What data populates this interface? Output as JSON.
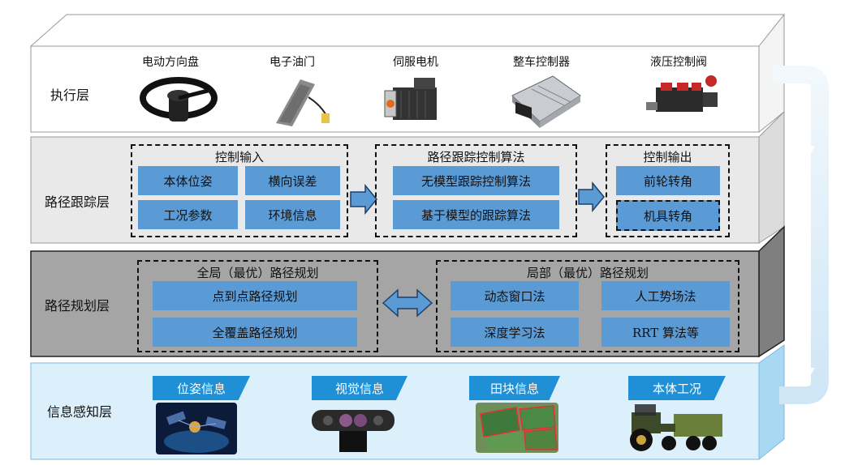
{
  "layers": {
    "execution": "执行层",
    "tracking": "路径跟踪层",
    "planning": "路径规划层",
    "perception": "信息感知层"
  },
  "devices": [
    "电动方向盘",
    "电子油门",
    "伺服电机",
    "整车控制器",
    "液压控制阀"
  ],
  "tracking": {
    "input_title": "控制输入",
    "inputs": [
      "本体位姿",
      "横向误差",
      "工况参数",
      "环境信息"
    ],
    "algo_title": "路径跟踪控制算法",
    "algos": [
      "无模型跟踪控制算法",
      "基于模型的跟踪算法"
    ],
    "output_title": "控制输出",
    "outputs": [
      "前轮转角",
      "机具转角"
    ]
  },
  "planning": {
    "global_title": "全局（最优）路径规划",
    "global_items": [
      "点到点路径规划",
      "全覆盖路径规划"
    ],
    "local_title": "局部（最优）路径规划",
    "local_items": [
      "动态窗口法",
      "人工势场法",
      "深度学习法",
      "RRT 算法等"
    ]
  },
  "perception": {
    "tags": [
      "位姿信息",
      "视觉信息",
      "田块信息",
      "本体工况"
    ]
  },
  "colors": {
    "box_blue": "#5b9bd5",
    "tag_blue": "#1f8fd6",
    "tracking_face": "#e9e9e9",
    "planning_face": "#a5a5a5",
    "perception_face": "#dcf0fc",
    "return_arrow": "#d8ebf8"
  }
}
